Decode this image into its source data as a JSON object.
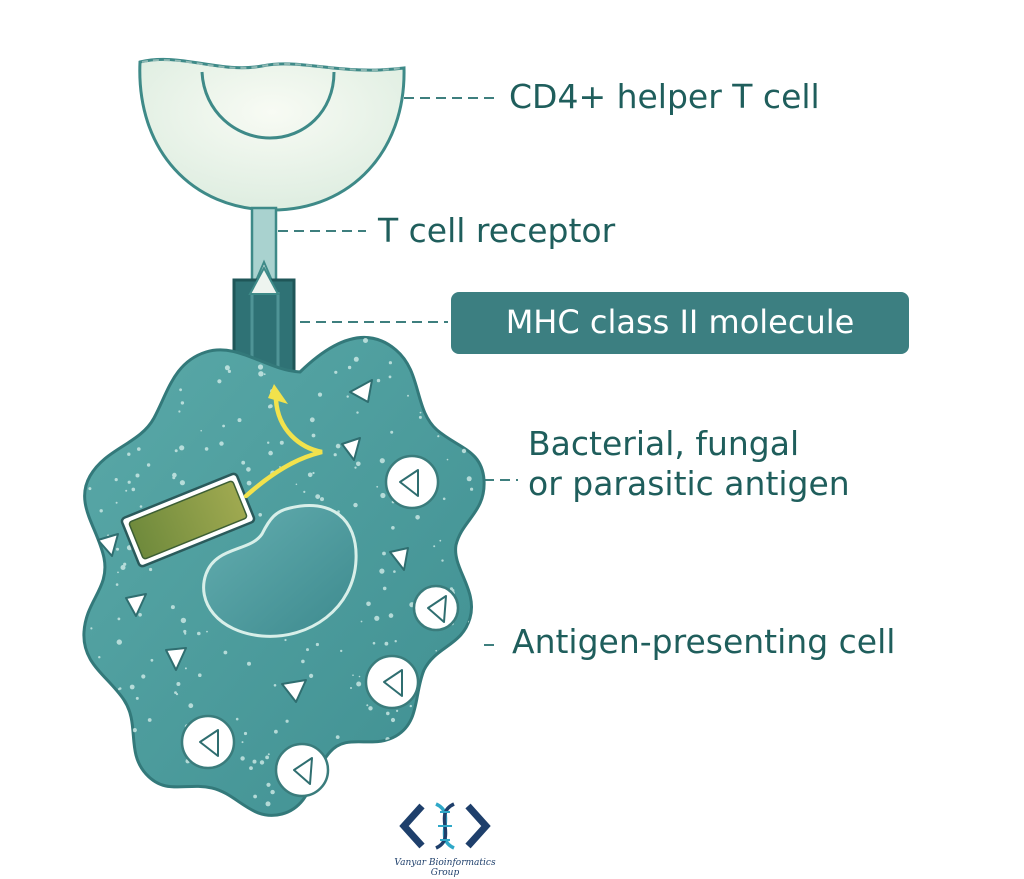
{
  "labels": {
    "cd4": "CD4+ helper T cell",
    "tcr": "T cell receptor",
    "mhc": "MHC class II molecule",
    "antigen_line1": "Bacterial, fungal",
    "antigen_line2": "or parasitic antigen",
    "apc": "Antigen-presenting cell"
  },
  "logo": {
    "caption": "Vanyar Bioinformatics Group",
    "icon": "dna-brackets-icon"
  },
  "colors": {
    "cell_fill": "#4d9e9e",
    "cell_outline": "#3a7c7c",
    "mhc_fill": "#2f7275",
    "tcell_fill": "#eef6ef",
    "callout_bg": "#3c7f81",
    "label_text": "#1f5e5c",
    "arrow": "#f2e24c",
    "logo_primary": "#1e3f6b",
    "logo_accent": "#2fa8c8"
  }
}
